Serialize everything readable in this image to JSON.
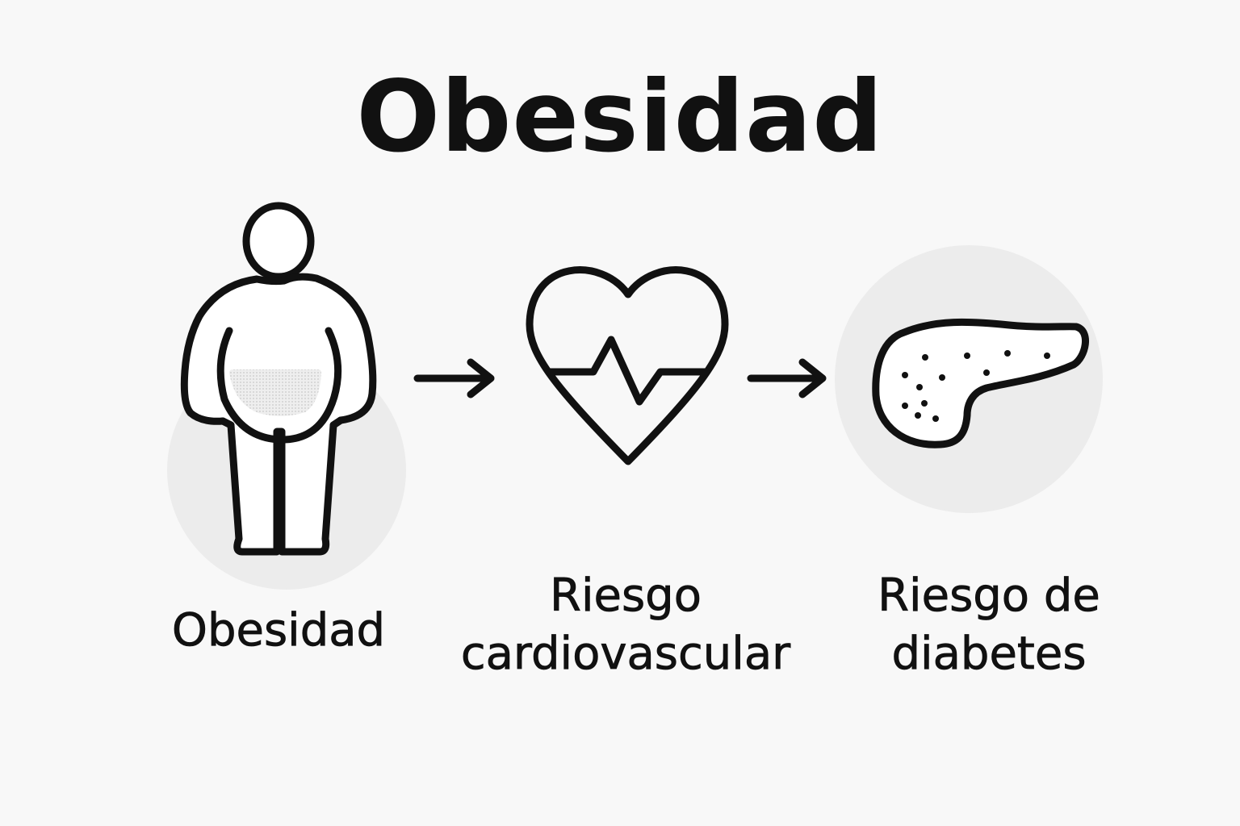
{
  "title": "Obesidad",
  "steps": [
    {
      "label": "Obesidad",
      "icon": "obese-person-icon"
    },
    {
      "label_lines": [
        "Riesgo",
        "cardiovascular"
      ],
      "icon": "heart-pulse-icon"
    },
    {
      "label_lines": [
        "Riesgo de",
        "diabetes"
      ],
      "icon": "pancreas-icon"
    }
  ],
  "colors": {
    "background": "#f8f8f8",
    "stroke": "#111111",
    "accent_circle": "#ececec"
  }
}
